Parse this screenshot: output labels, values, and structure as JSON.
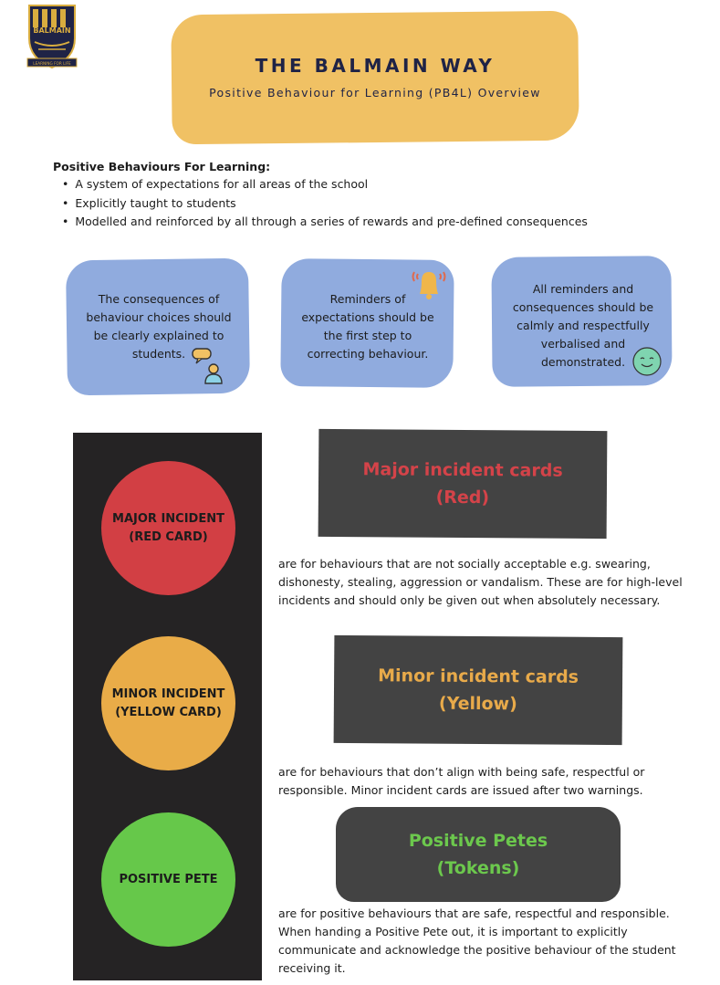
{
  "logo": {
    "name": "BALMAIN",
    "motto": "LEARNING FOR LIFE",
    "colors": {
      "navy": "#1f2346",
      "gold": "#d9ad3f"
    }
  },
  "header": {
    "title": "THE BALMAIN WAY",
    "subtitle": "Positive Behaviour for Learning (PB4L) Overview",
    "background": "#f0c164"
  },
  "intro": {
    "heading": "Positive Behaviours For Learning:",
    "items": [
      "A system of expectations for all areas of the school",
      "Explicitly taught to students",
      "Modelled and reinforced by all through a series of rewards and pre-defined consequences"
    ]
  },
  "cards": [
    {
      "lines": [
        "The consequences of",
        "behaviour choices should",
        "be clearly explained to",
        "students."
      ],
      "icon": "speech-person-icon"
    },
    {
      "lines": [
        "Reminders of",
        "expectations should be",
        "the first step to",
        "correcting behaviour."
      ],
      "icon": "bell-icon"
    },
    {
      "lines": [
        "All reminders and",
        "consequences should be",
        "calmly and respectfully",
        "verbalised and",
        "demonstrated."
      ],
      "icon": "smiley-icon"
    }
  ],
  "traffic_light": {
    "red": {
      "line1": "MAJOR INCIDENT",
      "line2": "(RED CARD)",
      "color": "#d23f44"
    },
    "yellow": {
      "line1": "MINOR INCIDENT",
      "line2": "(YELLOW CARD)",
      "color": "#e9ac48"
    },
    "green": {
      "line1": "POSITIVE PETE",
      "color": "#66c84a"
    }
  },
  "sections": {
    "major": {
      "title_line1": "Major incident cards",
      "title_line2": "(Red)",
      "description": "are for behaviours that are not socially acceptable e.g. swearing, dishonesty, stealing, aggression or vandalism. These are for high-level incidents and should only be given out when absolutely necessary."
    },
    "minor": {
      "title_line1": "Minor incident cards",
      "title_line2": "(Yellow)",
      "description": "are for behaviours that don’t align with being safe, respectful or responsible. Minor incident cards are issued after two warnings."
    },
    "positive": {
      "title_line1": "Positive Petes",
      "title_line2": "(Tokens)",
      "description": "are for positive behaviours that are safe, respectful and responsible. When handing a Positive Pete out, it is important to explicitly communicate and acknowledge the positive behaviour of the student receiving it."
    }
  }
}
